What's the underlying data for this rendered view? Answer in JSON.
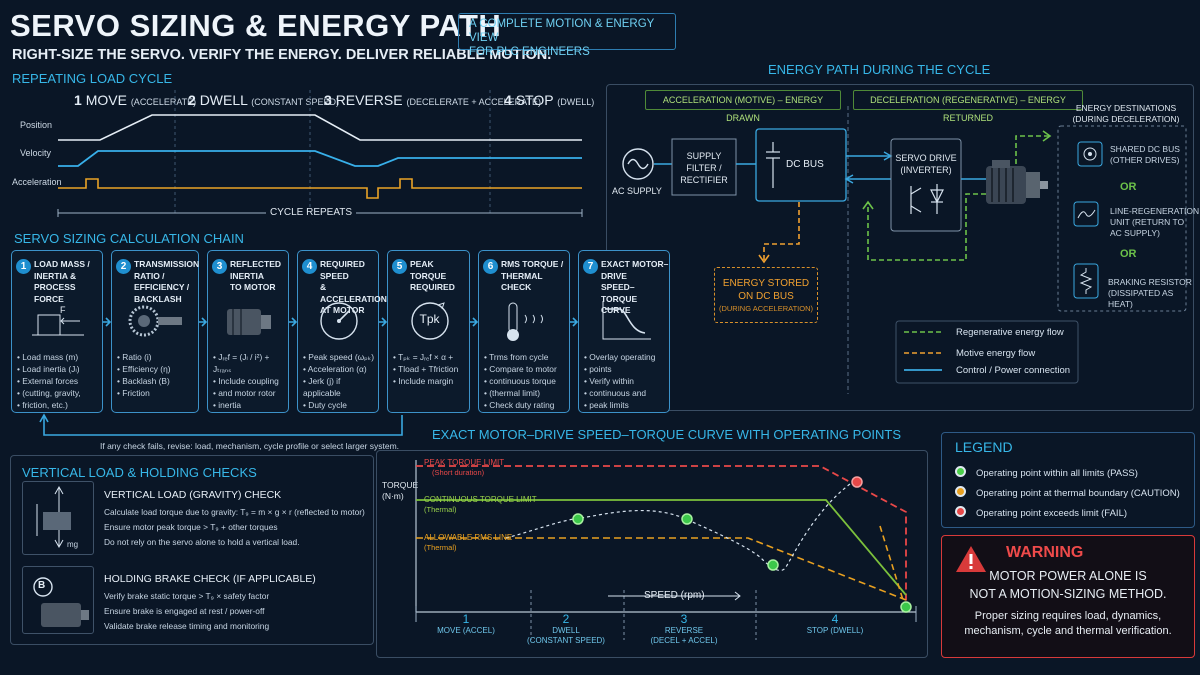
{
  "header": {
    "title": "SERVO SIZING & ENERGY PATH",
    "subtitle": "RIGHT-SIZE THE SERVO.  VERIFY THE ENERGY.  DELIVER RELIABLE MOTION.",
    "tag_line1": "A COMPLETE MOTION & ENERGY VIEW",
    "tag_line2": "FOR PLC ENGINEERS"
  },
  "load_cycle": {
    "heading": "REPEATING LOAD CYCLE",
    "phases": [
      {
        "num": "1",
        "name": "MOVE",
        "note": "(ACCELERATE)"
      },
      {
        "num": "2",
        "name": "DWELL",
        "note": "(CONSTANT SPEED)"
      },
      {
        "num": "3",
        "name": "REVERSE",
        "note": "(DECELERATE + ACCELERATE)"
      },
      {
        "num": "4",
        "name": "STOP",
        "note": "(DWELL)"
      }
    ],
    "rows": [
      "Position",
      "Velocity",
      "Acceleration"
    ],
    "repeat_label": "CYCLE REPEATS"
  },
  "energy_path": {
    "heading": "ENERGY PATH DURING THE CYCLE",
    "accel_label": "ACCELERATION (MOTIVE) – ENERGY DRAWN",
    "decel_label": "DECELERATION (REGENERATIVE) – ENERGY RETURNED",
    "ac_supply": "AC SUPPLY",
    "supply_filter": [
      "SUPPLY",
      "FILTER /",
      "RECTIFIER"
    ],
    "dc_bus": "DC BUS",
    "servo_drive": [
      "SERVO DRIVE",
      "(INVERTER)"
    ],
    "stored": [
      "ENERGY STORED",
      "ON DC BUS"
    ],
    "stored_note": "(DURING ACCELERATION)",
    "dest_title": [
      "ENERGY DESTINATIONS",
      "(DURING DECELERATION)"
    ],
    "destinations": [
      {
        "icon": "shared-bus",
        "text": [
          "SHARED DC BUS",
          "(OTHER DRIVES)"
        ]
      },
      {
        "icon": "regen-unit",
        "text": [
          "LINE-REGENERATION",
          "UNIT (RETURN TO",
          "AC SUPPLY)"
        ]
      },
      {
        "icon": "resistor",
        "text": [
          "BRAKING RESISTOR",
          "(DISSIPATED AS HEAT)"
        ]
      }
    ],
    "or_label": "OR",
    "flow_legend": [
      {
        "text": "Regenerative energy flow",
        "color": "#6cc24a"
      },
      {
        "text": "Motive energy flow",
        "color": "#f0a030"
      },
      {
        "text": "Control / Power connection",
        "color": "#3aa8e0"
      }
    ]
  },
  "chain": {
    "heading": "SERVO SIZING CALCULATION CHAIN",
    "steps": [
      {
        "num": "1",
        "title": [
          "LOAD MASS /",
          "INERTIA &",
          "PROCESS FORCE"
        ],
        "bullets": [
          "Load mass (m)",
          "Load inertia (Jₗ)",
          "External forces",
          "(cutting, gravity,",
          "friction, etc.)"
        ],
        "icon_text": "F"
      },
      {
        "num": "2",
        "title": [
          "TRANSMISSION",
          "RATIO / EFFICIENCY /",
          "BACKLASH"
        ],
        "bullets": [
          "Ratio (i)",
          "Efficiency (η)",
          "Backlash (B)",
          "Friction"
        ]
      },
      {
        "num": "3",
        "title": [
          "REFLECTED",
          "INERTIA",
          "TO MOTOR"
        ],
        "bullets": [
          "Jᵣₑf = (Jₗ / i²) + Jₜᵣₐₙₛ",
          "Include coupling",
          "and motor rotor",
          "inertia"
        ]
      },
      {
        "num": "4",
        "title": [
          "REQUIRED SPEED",
          "& ACCELERATION",
          "AT MOTOR"
        ],
        "bullets": [
          "Peak speed (ωₚₖ)",
          "Acceleration (α)",
          "Jerk (j) if applicable",
          "Duty cycle"
        ]
      },
      {
        "num": "5",
        "title": [
          "PEAK TORQUE",
          "REQUIRED"
        ],
        "bullets": [
          "Tₚₖ = Jᵣₑf × α +",
          "Tload + Tfriction",
          "Include margin"
        ],
        "icon_text": "Tpk"
      },
      {
        "num": "6",
        "title": [
          "RMS TORQUE /",
          "THERMAL CHECK"
        ],
        "bullets": [
          "Trms from cycle",
          "Compare to motor",
          "continuous torque",
          "(thermal limit)",
          "Check duty rating"
        ]
      },
      {
        "num": "7",
        "title": [
          "EXACT MOTOR–DRIVE",
          "SPEED–TORQUE",
          "CURVE"
        ],
        "bullets": [
          "Overlay operating",
          "points",
          "Verify within",
          "continuous and",
          "peak limits"
        ]
      }
    ],
    "revise_note": "If any check fails, revise: load, mechanism, cycle profile or select larger system."
  },
  "vertical": {
    "heading": "VERTICAL LOAD & HOLDING CHECKS",
    "gravity_title": "VERTICAL LOAD (GRAVITY) CHECK",
    "gravity_bullets": [
      "Calculate load torque due to gravity: T₉ = m × g × r (reflected to motor)",
      "Ensure motor peak torque > T₉ + other torques",
      "Do not rely on the servo alone to hold a vertical load."
    ],
    "mg_label": "mg",
    "brake_title": "HOLDING BRAKE CHECK (IF APPLICABLE)",
    "brake_icon": "B",
    "brake_bullets": [
      "Verify brake static torque > T₉ × safety factor",
      "Ensure brake is engaged at rest / power-off",
      "Validate brake release timing and monitoring"
    ]
  },
  "curve": {
    "heading": "EXACT MOTOR–DRIVE SPEED–TORQUE CURVE WITH OPERATING POINTS",
    "y_label": [
      "TORQUE",
      "(N·m)"
    ],
    "x_label": "SPEED (rpm)",
    "peak_label": "PEAK TORQUE LIMIT",
    "peak_note": "(Short duration)",
    "cont_label": "CONTINUOUS TORQUE LIMIT",
    "cont_note": "(Thermal)",
    "rms_label": "ALLOWABLE RMS LINE",
    "rms_note": "(Thermal)",
    "phases": [
      {
        "num": "1",
        "label": [
          "MOVE (ACCEL)"
        ]
      },
      {
        "num": "2",
        "label": [
          "DWELL",
          "(CONSTANT SPEED)"
        ]
      },
      {
        "num": "3",
        "label": [
          "REVERSE",
          "(DECEL + ACCEL)"
        ]
      },
      {
        "num": "4",
        "label": [
          "STOP (DWELL)"
        ]
      }
    ]
  },
  "legend": {
    "title": "LEGEND",
    "items": [
      {
        "text": "Operating point within all limits (PASS)",
        "color": "#4cd04a"
      },
      {
        "text": "Operating point at thermal boundary (CAUTION)",
        "color": "#e8a020"
      },
      {
        "text": "Operating point exceeds limit (FAIL)",
        "color": "#e84848"
      }
    ]
  },
  "warning": {
    "title": "WARNING",
    "line1": "MOTOR POWER ALONE IS",
    "line2": "NOT A MOTION-SIZING METHOD.",
    "line3": "Proper sizing requires load, dynamics,",
    "line4": "mechanism, cycle and thermal verification."
  }
}
